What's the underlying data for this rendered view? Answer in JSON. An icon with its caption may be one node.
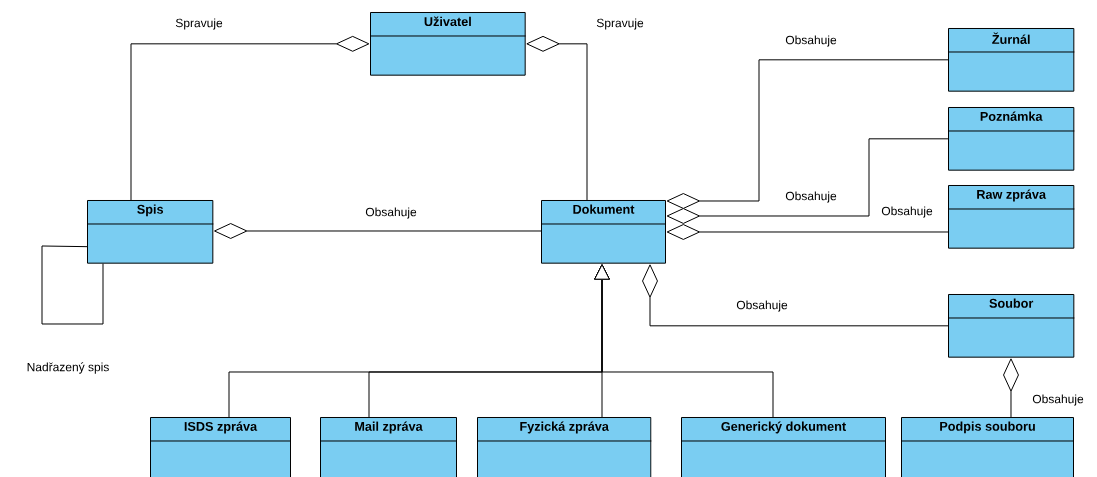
{
  "diagram": {
    "nodes": [
      {
        "text": [
          "Uživatel"
        ]
      },
      {
        "text": [
          "Spis"
        ]
      },
      {
        "text": [
          "Dokument"
        ]
      },
      {
        "text": [
          "Žurnál"
        ]
      },
      {
        "text": [
          "Poznámka"
        ]
      },
      {
        "text": [
          "Raw zpráva"
        ]
      },
      {
        "text": [
          "Soubor"
        ]
      },
      {
        "text": [
          "ISDS zpráva"
        ]
      },
      {
        "text": [
          "Mail zpráva"
        ]
      },
      {
        "text": [
          "Fyzická zpráva"
        ]
      },
      {
        "text": [
          "Generický dokument"
        ]
      },
      {
        "text": [
          "Podpis souboru"
        ]
      }
    ],
    "edges": [
      {
        "from": 0,
        "to": 1,
        "arrow": "other",
        "label": "Spravuje"
      },
      {
        "from": 0,
        "to": 2,
        "arrow": "other",
        "label": "Spravuje"
      },
      {
        "from": 1,
        "to": 2,
        "arrow": "other",
        "label": "Obsahuje"
      },
      {
        "from": 2,
        "to": 3,
        "arrow": "other",
        "label": "Obsahuje"
      },
      {
        "from": 2,
        "to": 4,
        "arrow": "other",
        "label": "Obsahuje"
      },
      {
        "from": 2,
        "to": 5,
        "arrow": "other",
        "label": "Obsahuje"
      },
      {
        "from": 2,
        "to": 6,
        "arrow": "other",
        "label": "Obsahuje"
      },
      {
        "from": 6,
        "to": 11,
        "arrow": "other",
        "label": "Obsahuje"
      },
      {
        "from": 1,
        "to": 1,
        "arrow": "none",
        "label": "Nadřazený spis"
      },
      {
        "from": 7,
        "to": 2,
        "arrow": "to"
      },
      {
        "from": 8,
        "to": 2,
        "arrow": "to"
      },
      {
        "from": 9,
        "to": 2,
        "arrow": "to"
      },
      {
        "from": 10,
        "to": 2,
        "arrow": "to"
      }
    ]
  }
}
